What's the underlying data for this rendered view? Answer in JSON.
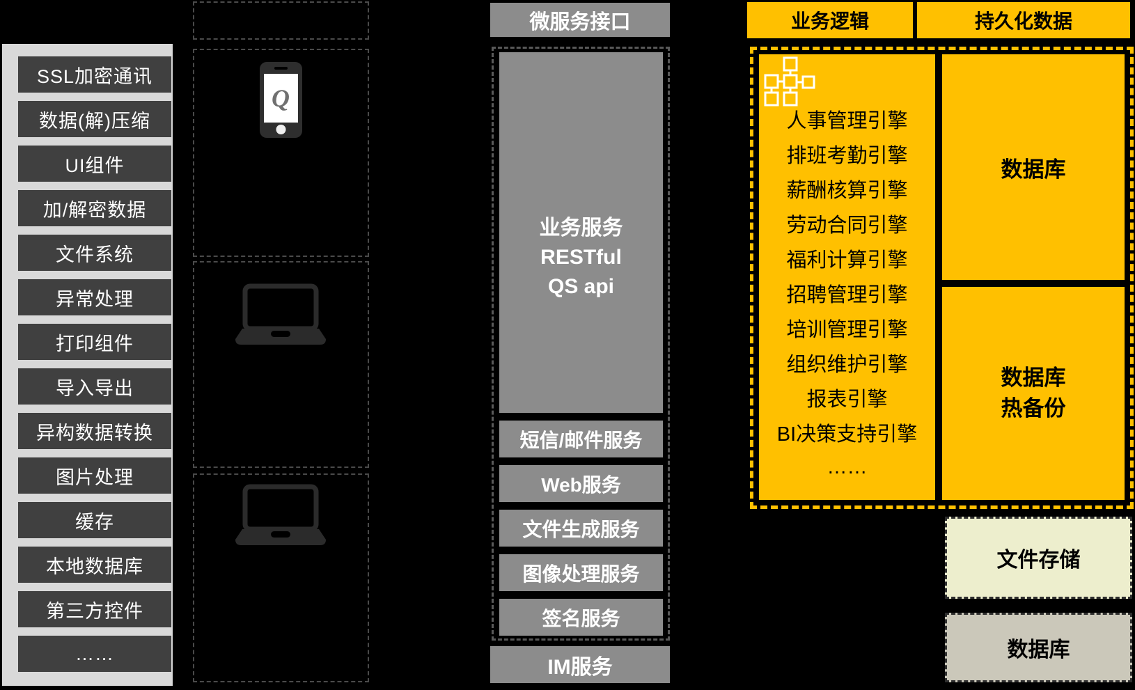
{
  "left_panel": {
    "items": [
      "SSL加密通讯",
      "数据(解)压缩",
      "UI组件",
      "加/解密数据",
      "文件系统",
      "异常处理",
      "打印组件",
      "导入导出",
      "异构数据转换",
      "图片处理",
      "缓存",
      "本地数据库",
      "第三方控件",
      "……"
    ]
  },
  "client_column": {
    "devices": [
      "empty",
      "smartphone-icon",
      "laptop-icon",
      "laptop-icon"
    ],
    "phone_logo_letter": "Q"
  },
  "services_column": {
    "header": "微服务接口",
    "main_service_lines": [
      "业务服务",
      "RESTful",
      "QS api"
    ],
    "services": [
      "短信/邮件服务",
      "Web服务",
      "文件生成服务",
      "图像处理服务",
      "签名服务"
    ],
    "footer_service": "IM服务"
  },
  "right_panel": {
    "business_logic_header": "业务逻辑",
    "persistent_data_header": "持久化数据",
    "icon": "org-chart-icon",
    "engines": [
      "人事管理引擎",
      "排班考勤引擎",
      "薪酬核算引擎",
      "劳动合同引擎",
      "福利计算引擎",
      "招聘管理引擎",
      "培训管理引擎",
      "组织维护引擎",
      "报表引擎",
      "BI决策支持引擎",
      "……"
    ],
    "database_label": "数据库",
    "hot_backup_lines": [
      "数据库",
      "热备份"
    ],
    "file_storage_label": "文件存储",
    "bottom_database_label": "数据库"
  },
  "colors": {
    "background": "#000000",
    "left_strip": "#d9d9d9",
    "left_box": "#404040",
    "middle_gray": "#8c8c8c",
    "accent_yellow": "#ffc000",
    "file_storage_bg": "#edeecd",
    "bottom_db_bg": "#cbc8ba",
    "text_light": "#ffffff",
    "text_dark": "#000000"
  }
}
